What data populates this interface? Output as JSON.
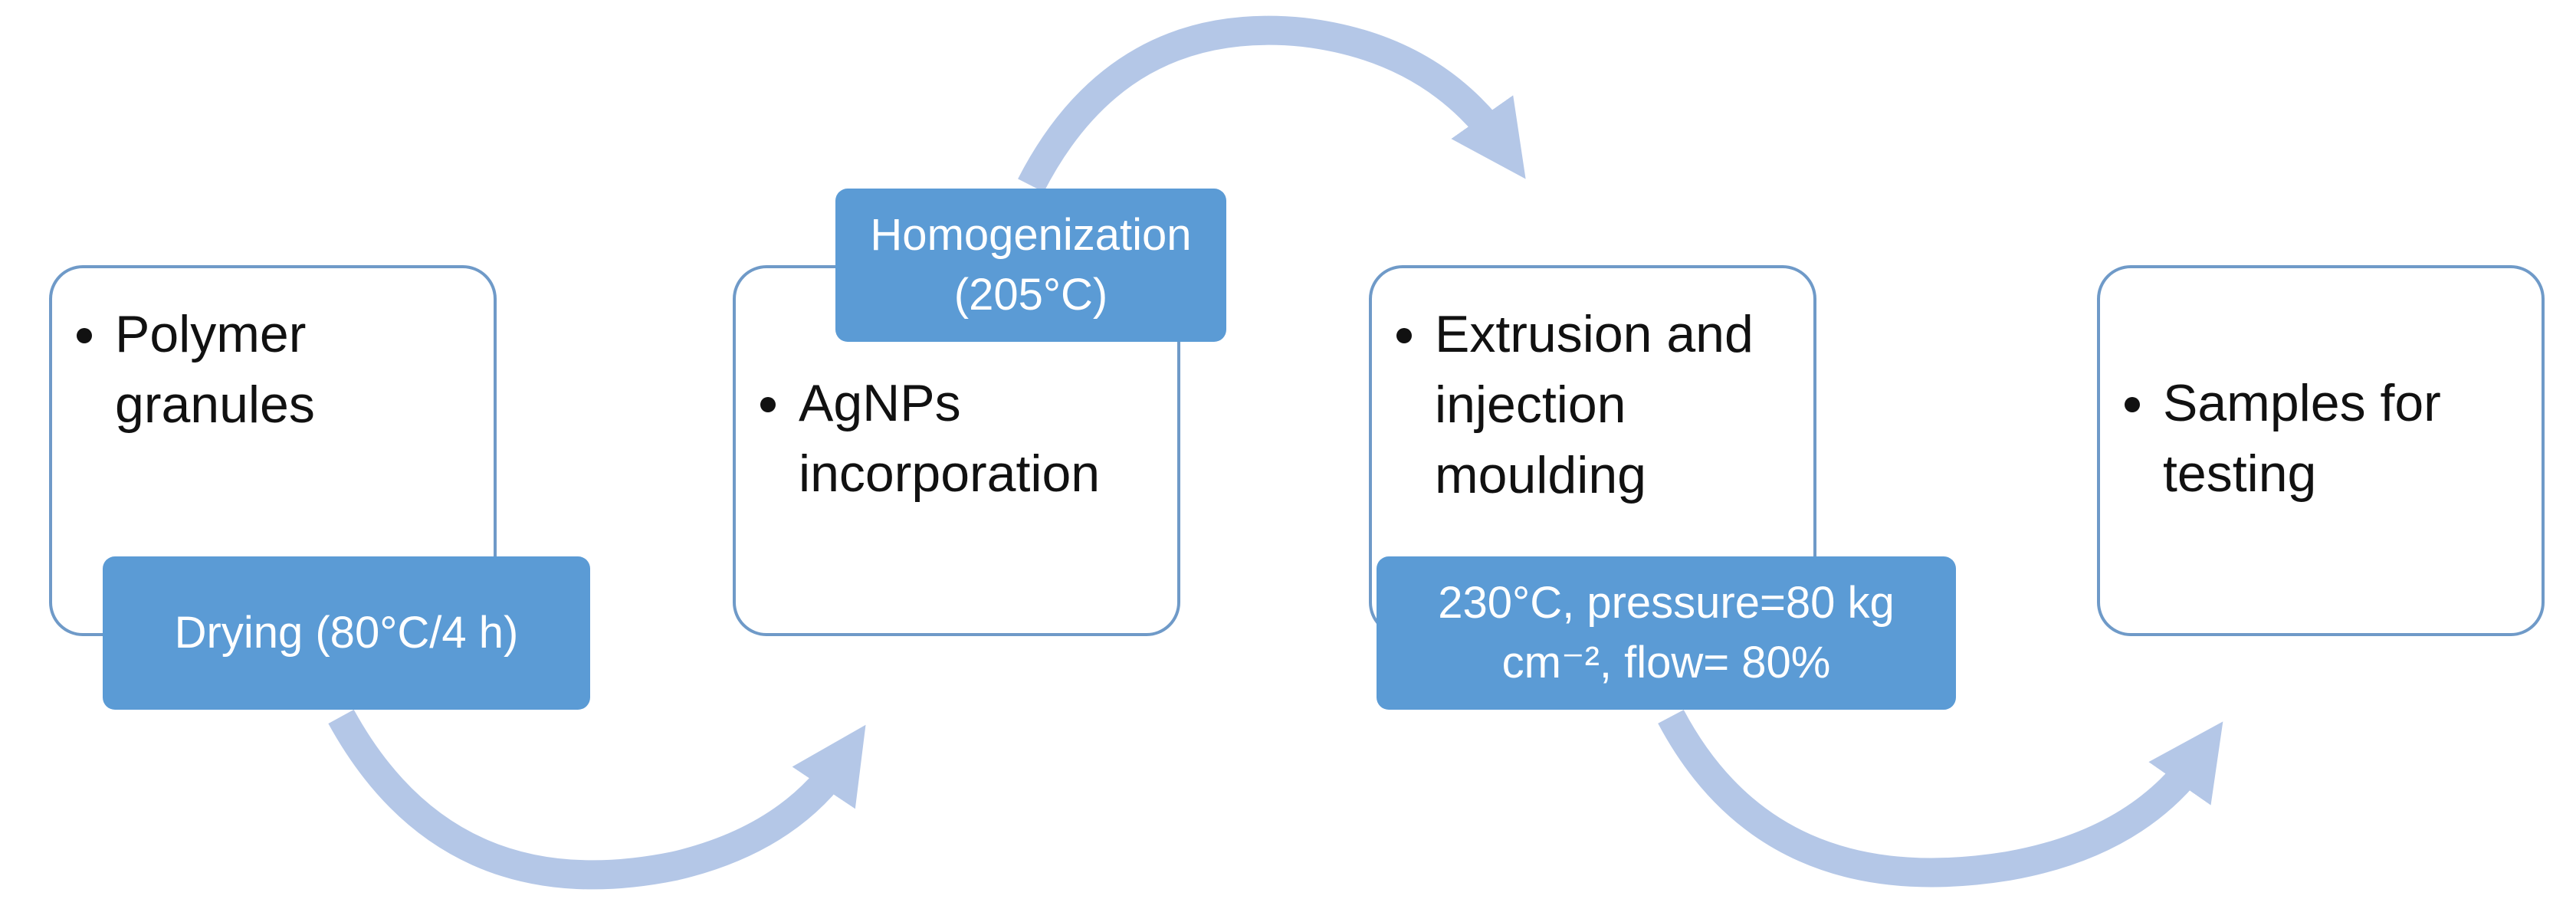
{
  "colors": {
    "box_border": "#6f9ac8",
    "label_fill": "#5b9bd5",
    "arrow_fill": "#b4c7e7",
    "text": "#111111",
    "label_text": "#ffffff"
  },
  "steps": [
    {
      "text": "Polymer granules"
    },
    {
      "text": "AgNPs incorporation"
    },
    {
      "text": "Extrusion and injection moulding"
    },
    {
      "text": "Samples for testing"
    }
  ],
  "labels": [
    {
      "line1": "Drying (80°C/4 h)",
      "line2": ""
    },
    {
      "line1": "Homogenization",
      "line2": "(205°C)"
    },
    {
      "line1": "230°C, pressure=80 kg",
      "line2": "cm⁻², flow= 80%"
    }
  ],
  "arrows": [
    {
      "from": "step-1",
      "to": "step-2",
      "curve": "below"
    },
    {
      "from": "step-2",
      "to": "step-3",
      "curve": "above"
    },
    {
      "from": "step-3",
      "to": "step-4",
      "curve": "below"
    }
  ]
}
